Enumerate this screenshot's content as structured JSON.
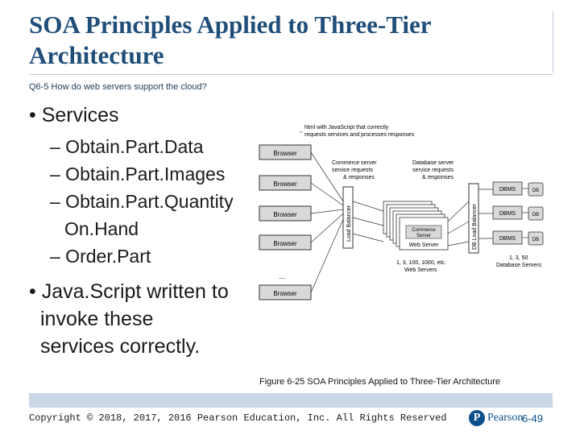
{
  "slide": {
    "title": "SOA Principles Applied to Three-Tier Architecture",
    "question": "Q6-5 How do web servers support the cloud?",
    "bullets": [
      {
        "text": "• Services"
      },
      {
        "line1": "• Java.Script written to",
        "line2": "invoke these",
        "line3": "services correctly."
      }
    ],
    "sub_bullets": [
      "– Obtain.Part.Data",
      "– Obtain.Part.Images",
      "– Obtain.Part.Quantity",
      "On.Hand",
      "– Order.Part"
    ],
    "caption": "Figure 6-25 SOA Principles Applied to Three-Tier Architecture",
    "footer": {
      "copyright": "Copyright © 2018, 2017, 2016 Pearson Education, Inc. All Rights Reserved",
      "logo_letter": "P",
      "brand": "Pearson",
      "page": "6-49"
    }
  },
  "diagram": {
    "browsers": [
      "Browser",
      "Browser",
      "Browser",
      "Browser",
      "Browser"
    ],
    "top_note_1": "html with JavaScript that correctly",
    "top_note_2": "requests services and processes responses",
    "commerce_label_1": "Commerce server",
    "commerce_label_2": "service requests",
    "commerce_label_3": "& responses",
    "db_label_1": "Database server",
    "db_label_2": "service requests",
    "db_label_3": "& responses",
    "load_balancer": "Load Balancer",
    "db_load_balancer": "DB Load Balancer",
    "web_server_1": "Commerce",
    "web_server_2": "Server",
    "web_server_3": "Web Server",
    "web_count_1": "1, 3, 100, 1000, etc.",
    "web_count_2": "Web Servers",
    "dbms": [
      "DBMS",
      "DBMS",
      "DBMS"
    ],
    "db": [
      "DB",
      "DB",
      "DB"
    ],
    "db_count_1": "1, 3, 50",
    "db_count_2": "Database Servers",
    "ellipsis": "..."
  },
  "colors": {
    "title": "#1f4e79",
    "accent_bar": "#c9d7e6",
    "browser_fill": "#d9d9d9",
    "pearson_blue": "#0b4f8a"
  }
}
